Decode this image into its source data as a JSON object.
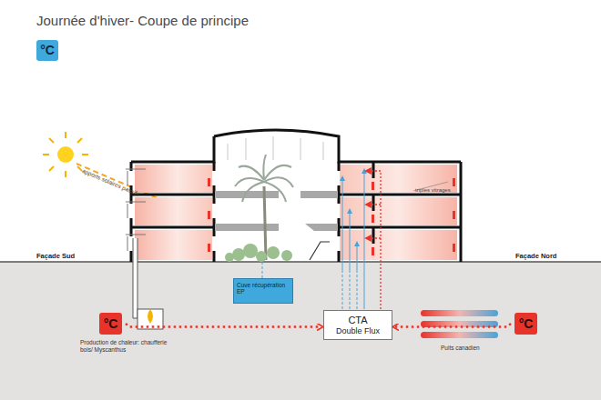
{
  "diagram": {
    "title": "Journée d'hiver- Coupe de principe",
    "nodes": [
      {
        "text": [
          "°C"
        ]
      },
      {
        "text": [
          "Cuve récupération EP"
        ]
      },
      {
        "text": [
          "CTA",
          "Double Flux"
        ]
      },
      {
        "text": [
          "°C"
        ]
      },
      {
        "text": [
          "°C"
        ]
      }
    ],
    "edges": [
      {
        "from": 3,
        "to": 2,
        "arrow": "to"
      },
      {
        "from": 4,
        "to": 2,
        "arrow": "to"
      }
    ],
    "labels": [
      "apports solaires passifs",
      "triples vitrages",
      "Façade Sud",
      "Façade Nord",
      "Production de chaleur: chaufferie bois/ Myscanthus",
      "Puits canadien"
    ]
  }
}
